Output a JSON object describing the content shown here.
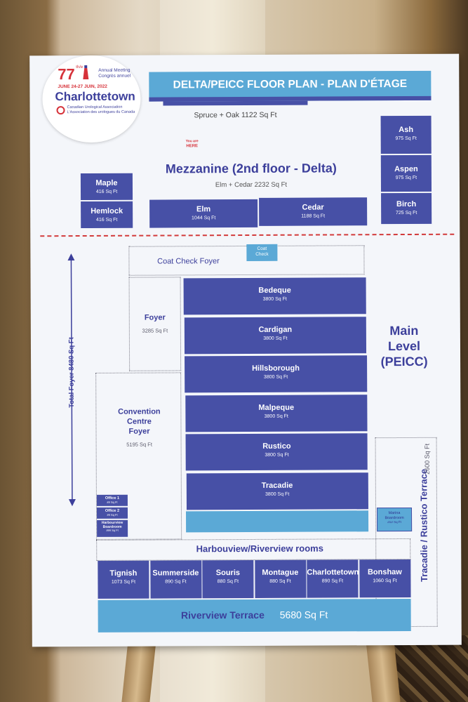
{
  "logo": {
    "number": "77",
    "suffix": "th/e",
    "line1": "Annual Meeting",
    "line2": "Congrès annuel",
    "dates": "JUNE 24-27 JUIN, 2022",
    "city": "Charlottetown",
    "assoc1": "Canadian Urological Association",
    "assoc2": "L'Association des urologues du Canada"
  },
  "title": "DELTA/PEICC FLOOR PLAN - PLAN D'ÉTAGE",
  "spruce_oak": "Spruce + Oak 1122 Sq Ft",
  "you_are_here": [
    "You are",
    "HERE"
  ],
  "mezzanine": {
    "title": "Mezzanine (2nd floor - Delta)",
    "sub": "Elm + Cedar 2232 Sq Ft"
  },
  "rooms_top": [
    {
      "key": "maple",
      "name": "Maple",
      "size": "416 Sq Ft"
    },
    {
      "key": "hemlock",
      "name": "Hemlock",
      "size": "416 Sq Ft"
    },
    {
      "key": "elm",
      "name": "Elm",
      "size": "1044 Sq Ft"
    },
    {
      "key": "cedar",
      "name": "Cedar",
      "size": "1188 Sq Ft"
    },
    {
      "key": "ash",
      "name": "Ash",
      "size": "975 Sq Ft"
    },
    {
      "key": "aspen",
      "name": "Aspen",
      "size": "975 Sq Ft"
    },
    {
      "key": "birch",
      "name": "Birch",
      "size": "725 Sq Ft"
    }
  ],
  "coat_check_foyer": "Coat Check Foyer",
  "coat_check": [
    "Coat",
    "Check"
  ],
  "foyer": {
    "name": "Foyer",
    "size": "3285 Sq Ft"
  },
  "total_foyer": "Total Foyer 8480 Sq Ft",
  "convention": {
    "name": [
      "Convention",
      "Centre",
      "Foyer"
    ],
    "size": "5195 Sq Ft"
  },
  "offices": [
    {
      "name": "Office 1",
      "size": "## Sq Ft"
    },
    {
      "name": "Office 2",
      "size": "## Sq Ft"
    },
    {
      "name": "Harbourview Boardroom",
      "size": "### Sq Ft"
    }
  ],
  "main_rooms": [
    {
      "name": "Bedeque",
      "size": "3800 Sq Ft"
    },
    {
      "name": "Cardigan",
      "size": "3800 Sq Ft"
    },
    {
      "name": "Hillsborough",
      "size": "3800 Sq Ft"
    },
    {
      "name": "Malpeque",
      "size": "3800 Sq Ft"
    },
    {
      "name": "Rustico",
      "size": "3800 Sq Ft"
    },
    {
      "name": "Tracadie",
      "size": "3800 Sq Ft"
    }
  ],
  "main_level": [
    "Main",
    "Level",
    "(PEICC)"
  ],
  "terrace_side": {
    "name": "Tracadie / Rustico Terrace",
    "size": "2600 Sq Ft"
  },
  "marina": [
    "Marina",
    "Boardroom",
    "### Sq Ft"
  ],
  "harbour_title": "Harbouview/Riverview rooms",
  "bottom_rooms": [
    {
      "name": "Tignish",
      "size": "1073 Sq Ft"
    },
    {
      "name": "Summerside",
      "size": "890 Sq Ft"
    },
    {
      "name": "Souris",
      "size": "880 Sq Ft"
    },
    {
      "name": "Montague",
      "size": "880 Sq Ft"
    },
    {
      "name": "Charlottetown",
      "size": "890 Sq Ft"
    },
    {
      "name": "Bonshaw",
      "size": "1060 Sq Ft"
    }
  ],
  "riverview": {
    "name": "Riverview Terrace",
    "size": "5680 Sq Ft"
  },
  "colors": {
    "room": "#4750a6",
    "light": "#5ba9d6",
    "divider": "#d23a3a",
    "text": "#3c3f9b"
  }
}
